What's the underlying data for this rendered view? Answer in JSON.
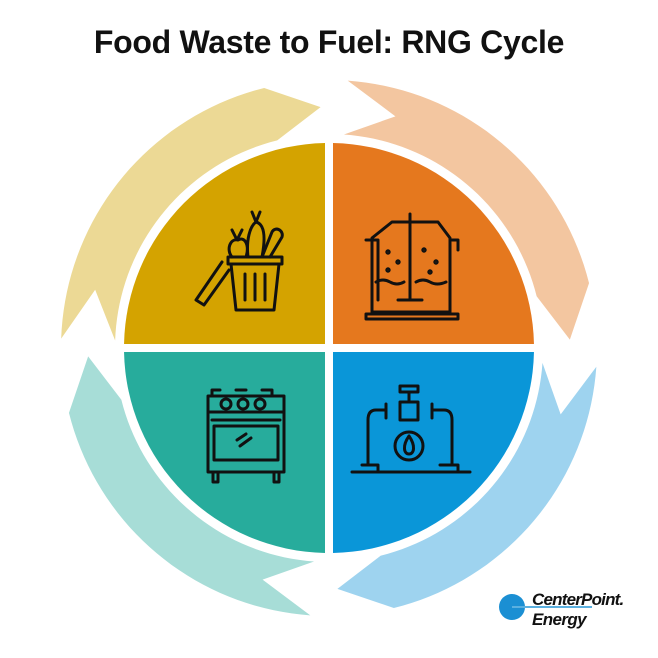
{
  "title": "Food Waste to Fuel: RNG Cycle",
  "quadrants": [
    {
      "id": "food-waste",
      "icon": "trash-can-with-food-icon",
      "color": "#d4a300"
    },
    {
      "id": "digester",
      "icon": "anaerobic-digester-icon",
      "color": "#e5781e"
    },
    {
      "id": "gas-pipeline",
      "icon": "gas-pipeline-flame-icon",
      "color": "#0a96d8"
    },
    {
      "id": "stove",
      "icon": "stove-oven-icon",
      "color": "#27ac9c"
    }
  ],
  "arrows": [
    {
      "id": "arrow-food-to-digester",
      "color": "#ecd995"
    },
    {
      "id": "arrow-digester-to-pipeline",
      "color": "#f3c6a0"
    },
    {
      "id": "arrow-pipeline-to-stove",
      "color": "#9ed3ef"
    },
    {
      "id": "arrow-stove-to-food",
      "color": "#a7ddd7"
    }
  ],
  "logo": {
    "line1": "CenterPoint.",
    "line2": "Energy",
    "brand_color": "#1b8fd3"
  }
}
